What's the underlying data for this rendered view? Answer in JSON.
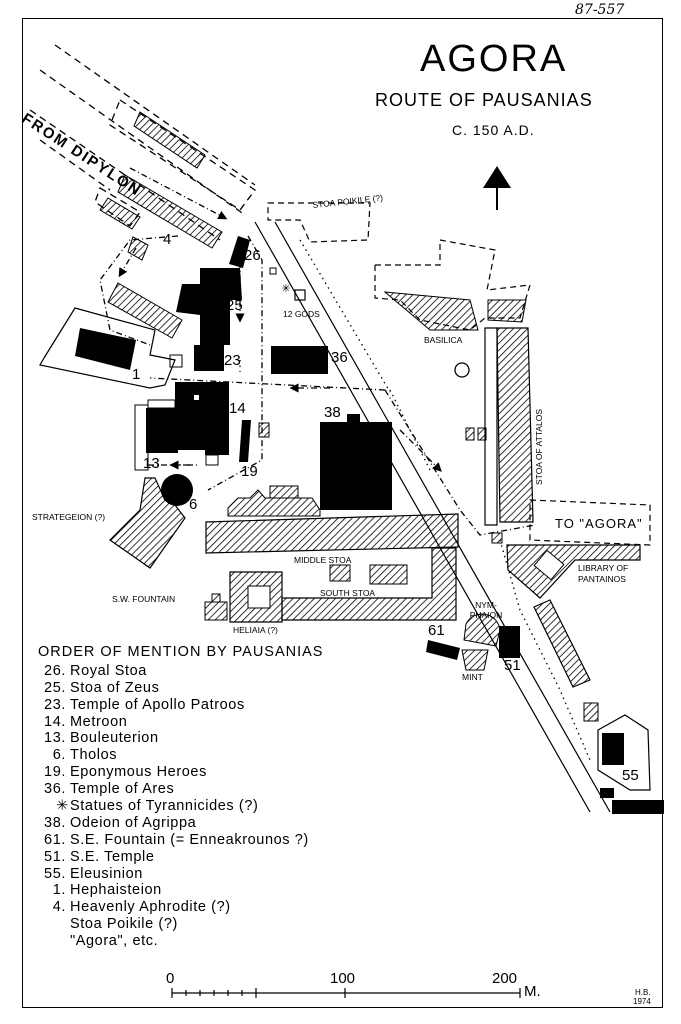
{
  "header": {
    "ref": "87-557",
    "title": "AGORA",
    "subtitle": "ROUTE OF PAUSANIAS",
    "date": "C. 150 A.D."
  },
  "map": {
    "labels": {
      "from_dipylon": "FROM DIPYLON",
      "stoa_poikile": "STOA POIKILE (?)",
      "twelve_gods": "12 GODS",
      "basilica": "BASILICA",
      "stoa_of_attalos": "STOA OF ATTALOS",
      "to_agora": "TO \"AGORA\"",
      "library": "LIBRARY OF PANTAINOS",
      "strategeion": "STRATEGEION (?)",
      "middle_stoa": "MIDDLE STOA",
      "south_stoa": "SOUTH STOA",
      "sw_fountain": "S.W. FOUNTAIN",
      "heliaia": "HELIAIA (?)",
      "nymphaion": "NYM- PHAION",
      "mint": "MINT"
    },
    "numbers": [
      "26",
      "25",
      "23",
      "14",
      "13",
      "6",
      "1",
      "4",
      "19",
      "36",
      "38",
      "61",
      "51",
      "55"
    ]
  },
  "legend": {
    "title": "ORDER OF MENTION BY PAUSANIAS",
    "items": [
      {
        "num": "26.",
        "name": "Royal Stoa"
      },
      {
        "num": "25.",
        "name": "Stoa of Zeus"
      },
      {
        "num": "23.",
        "name": "Temple of Apollo Patroos"
      },
      {
        "num": "14.",
        "name": "Metroon"
      },
      {
        "num": "13.",
        "name": "Bouleuterion"
      },
      {
        "num": "6.",
        "name": "Tholos"
      },
      {
        "num": "19.",
        "name": "Eponymous Heroes"
      },
      {
        "num": "36.",
        "name": "Temple of Ares"
      },
      {
        "num": "✳",
        "name": "Statues of Tyrannicides (?)"
      },
      {
        "num": "38.",
        "name": "Odeion of Agrippa"
      },
      {
        "num": "61.",
        "name": "S.E. Fountain (= Enneakrounos ?)"
      },
      {
        "num": "51.",
        "name": "S.E. Temple"
      },
      {
        "num": "55.",
        "name": "Eleusinion"
      },
      {
        "num": "1.",
        "name": "Hephaisteion"
      },
      {
        "num": "4.",
        "name": "Heavenly Aphrodite (?)"
      },
      {
        "num": "",
        "name": "Stoa Poikile (?)"
      },
      {
        "num": "",
        "name": "\"Agora\", etc."
      }
    ]
  },
  "scale": {
    "ticks": [
      "0",
      "100",
      "200"
    ],
    "unit": "M."
  },
  "credit": {
    "initials": "H.B.",
    "year": "1974"
  }
}
